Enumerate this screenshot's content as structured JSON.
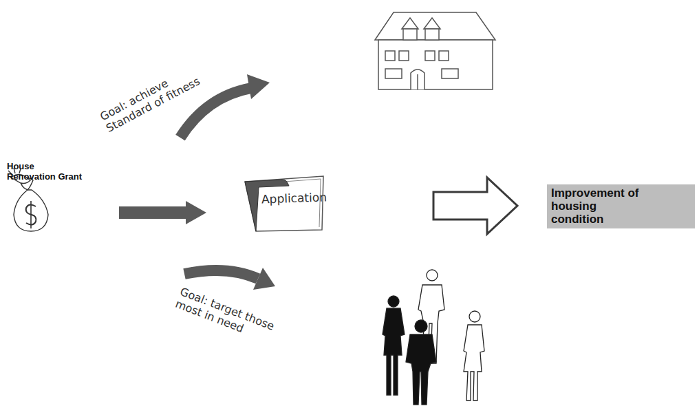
{
  "diagram": {
    "nodes": [
      {
        "text": [
          "House Renovation Grant"
        ]
      },
      {
        "text": [
          "Application"
        ]
      },
      {
        "text": [
          "Improvement of housing condition"
        ]
      }
    ],
    "edges": [
      {
        "from": 0,
        "to": 1,
        "arrow": "to"
      },
      {
        "from": 1,
        "to": 2,
        "arrow": "to"
      }
    ],
    "labels": [
      "Goal: achieve Standard of fitness",
      "Goal: target those most in need"
    ]
  }
}
